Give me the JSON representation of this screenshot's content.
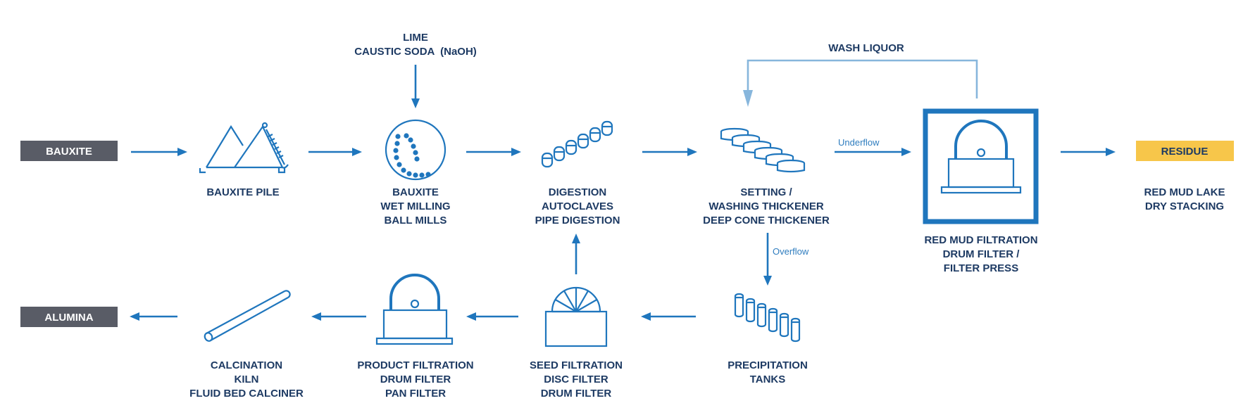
{
  "colors": {
    "primary": "#1f76bd",
    "text": "#1d3a63",
    "wash_liquor": "#87b6dc",
    "input_output_box": "#595c66",
    "residue_box": "#f7c64a"
  },
  "terminals": {
    "bauxite": "BAUXITE",
    "alumina": "ALUMINA",
    "residue": "RESIDUE",
    "residue_sub": [
      "RED MUD LAKE",
      "DRY STACKING"
    ]
  },
  "additives": [
    "LIME",
    "CAUSTIC SODA  (NaOH)"
  ],
  "wash_liquor": "WASH LIQUOR",
  "flow_labels": {
    "underflow": "Underflow",
    "overflow": "Overflow"
  },
  "steps": [
    {
      "id": "bauxite-pile",
      "icon": "stockpile-icon",
      "lines": [
        "BAUXITE PILE"
      ]
    },
    {
      "id": "wet-milling",
      "icon": "ball-mill-icon",
      "lines": [
        "BAUXITE",
        "WET MILLING",
        "BALL MILLS"
      ]
    },
    {
      "id": "digestion",
      "icon": "autoclaves-icon",
      "lines": [
        "DIGESTION",
        "AUTOCLAVES",
        "PIPE DIGESTION"
      ]
    },
    {
      "id": "thickener",
      "icon": "thickener-icon",
      "lines": [
        "SETTING /",
        "WASHING THICKENER",
        "DEEP CONE THICKENER"
      ]
    },
    {
      "id": "red-mud-filtration",
      "icon": "drum-filter-icon",
      "lines": [
        "RED MUD FILTRATION",
        "DRUM FILTER /",
        "FILTER PRESS"
      ]
    },
    {
      "id": "precipitation",
      "icon": "precipitation-tanks-icon",
      "lines": [
        "PRECIPITATION",
        "TANKS"
      ]
    },
    {
      "id": "seed-filtration",
      "icon": "disc-filter-icon",
      "lines": [
        "SEED FILTRATION",
        "DISC FILTER",
        "DRUM FILTER"
      ]
    },
    {
      "id": "product-filtration",
      "icon": "drum-filter-icon",
      "lines": [
        "PRODUCT FILTRATION",
        "DRUM FILTER",
        "PAN FILTER"
      ]
    },
    {
      "id": "calcination",
      "icon": "kiln-icon",
      "lines": [
        "CALCINATION",
        "KILN",
        "FLUID BED CALCINER"
      ]
    }
  ]
}
